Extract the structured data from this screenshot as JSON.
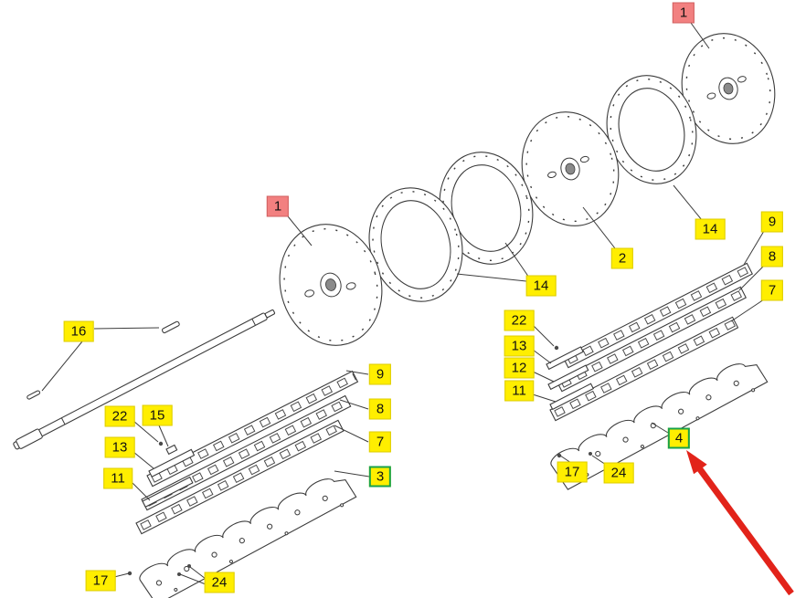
{
  "colors": {
    "background": "#ffffff",
    "label_yellow_bg": "#ffee00",
    "label_red_bg": "#f28080",
    "label_green_border": "#18a24a",
    "label_text": "#111111",
    "line_color": "#3c3c3c",
    "arrow_red": "#e2231a"
  },
  "labels": [
    {
      "id": "1-top-right",
      "text": "1",
      "variant": "red"
    },
    {
      "id": "1-left",
      "text": "1",
      "variant": "red"
    },
    {
      "id": "2",
      "text": "2",
      "variant": "yellow"
    },
    {
      "id": "14-mid",
      "text": "14",
      "variant": "yellow"
    },
    {
      "id": "14-right",
      "text": "14",
      "variant": "yellow"
    },
    {
      "id": "16",
      "text": "16",
      "variant": "yellow"
    },
    {
      "id": "9-left",
      "text": "9",
      "variant": "yellow"
    },
    {
      "id": "8-left",
      "text": "8",
      "variant": "yellow"
    },
    {
      "id": "7-left",
      "text": "7",
      "variant": "yellow"
    },
    {
      "id": "3",
      "text": "3",
      "variant": "green"
    },
    {
      "id": "22-left",
      "text": "22",
      "variant": "yellow"
    },
    {
      "id": "15",
      "text": "15",
      "variant": "yellow"
    },
    {
      "id": "13-left",
      "text": "13",
      "variant": "yellow"
    },
    {
      "id": "11-left",
      "text": "11",
      "variant": "yellow"
    },
    {
      "id": "17-left",
      "text": "17",
      "variant": "yellow"
    },
    {
      "id": "24-left",
      "text": "24",
      "variant": "yellow"
    },
    {
      "id": "9-right",
      "text": "9",
      "variant": "yellow"
    },
    {
      "id": "8-right",
      "text": "8",
      "variant": "yellow"
    },
    {
      "id": "7-right",
      "text": "7",
      "variant": "yellow"
    },
    {
      "id": "22-right",
      "text": "22",
      "variant": "yellow"
    },
    {
      "id": "13-right",
      "text": "13",
      "variant": "yellow"
    },
    {
      "id": "12",
      "text": "12",
      "variant": "yellow"
    },
    {
      "id": "11-right",
      "text": "11",
      "variant": "yellow"
    },
    {
      "id": "4",
      "text": "4",
      "variant": "green"
    },
    {
      "id": "17-right",
      "text": "17",
      "variant": "yellow"
    },
    {
      "id": "24-right",
      "text": "24",
      "variant": "yellow"
    }
  ],
  "red_arrow": {
    "target_label": "4"
  }
}
